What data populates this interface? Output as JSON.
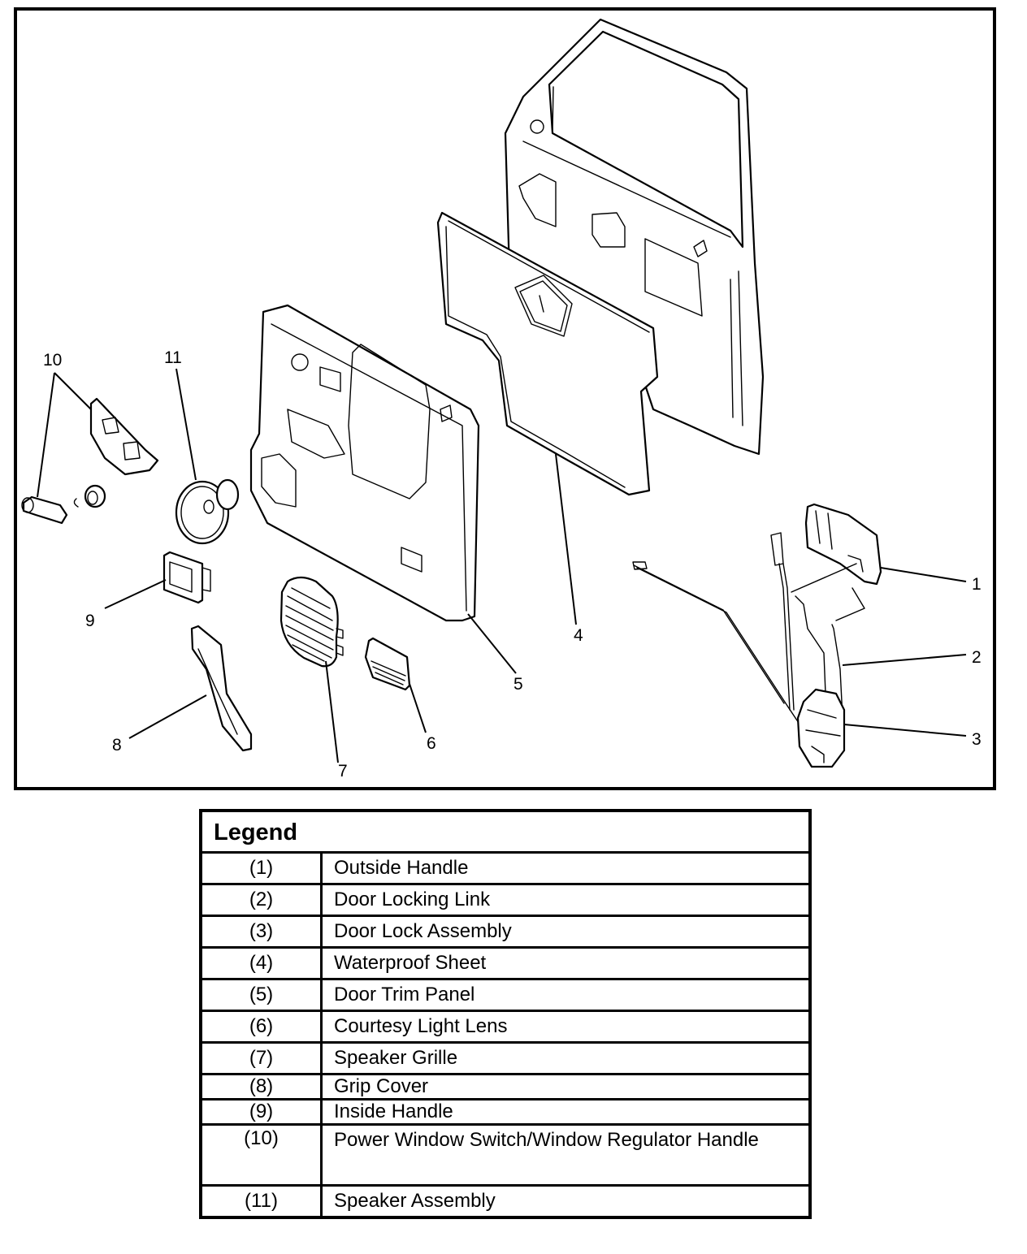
{
  "diagram": {
    "title": "Door trim panel components exploded view",
    "callouts": {
      "c1": "1",
      "c2": "2",
      "c3": "3",
      "c4": "4",
      "c5": "5",
      "c6": "6",
      "c7": "7",
      "c8": "8",
      "c9": "9",
      "c10": "10",
      "c11": "11"
    }
  },
  "legend": {
    "title": "Legend",
    "rows": [
      {
        "num": "(1)",
        "label": "Outside Handle"
      },
      {
        "num": "(2)",
        "label": "Door Locking Link"
      },
      {
        "num": "(3)",
        "label": "Door Lock Assembly"
      },
      {
        "num": "(4)",
        "label": "Waterproof Sheet"
      },
      {
        "num": "(5)",
        "label": "Door Trim Panel"
      },
      {
        "num": "(6)",
        "label": "Courtesy Light Lens"
      },
      {
        "num": "(7)",
        "label": "Speaker Grille"
      },
      {
        "num": "(8)",
        "label": "Grip Cover"
      },
      {
        "num": "(9)",
        "label": "Inside Handle"
      },
      {
        "num": "(10)",
        "label": "Power Window Switch/Window Regulator Handle"
      },
      {
        "num": "(11)",
        "label": "Speaker Assembly"
      }
    ]
  }
}
